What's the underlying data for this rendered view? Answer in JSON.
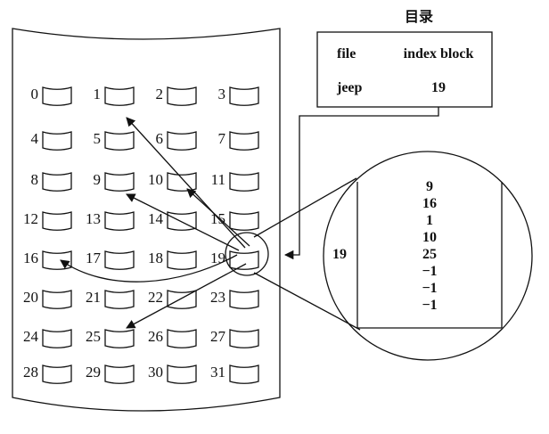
{
  "directory": {
    "title": "目录",
    "header": {
      "file": "file",
      "index_block": "index block"
    },
    "row": {
      "file": "jeep",
      "index_block": "19"
    }
  },
  "disk": {
    "blocks": [
      "0",
      "1",
      "2",
      "3",
      "4",
      "5",
      "6",
      "7",
      "8",
      "9",
      "10",
      "11",
      "12",
      "13",
      "14",
      "15",
      "16",
      "17",
      "18",
      "19",
      "20",
      "21",
      "22",
      "23",
      "24",
      "25",
      "26",
      "27",
      "28",
      "29",
      "30",
      "31"
    ],
    "index_block_id": "19",
    "pointed_blocks": [
      "9",
      "16",
      "1",
      "10",
      "25"
    ]
  },
  "index_block": {
    "label": "19",
    "entries": [
      "9",
      "16",
      "1",
      "10",
      "25",
      "−1",
      "−1",
      "−1"
    ]
  }
}
